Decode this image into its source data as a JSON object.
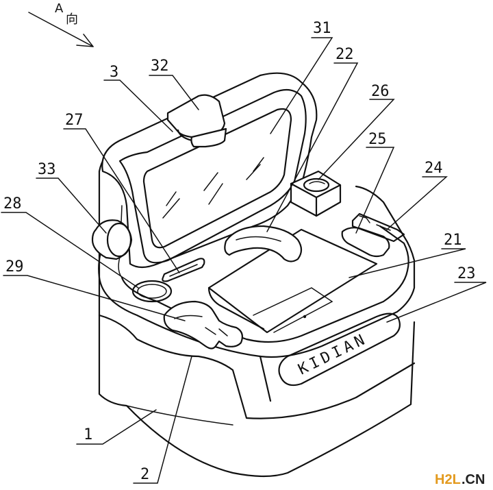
{
  "direction_label": {
    "letter": "A",
    "char": "向"
  },
  "product_text": "KIDIAN",
  "watermark": {
    "brand": "H2L",
    "domain": ".CN"
  },
  "callouts": [
    {
      "id": "31",
      "text": "31"
    },
    {
      "id": "22",
      "text": "22"
    },
    {
      "id": "32",
      "text": "32"
    },
    {
      "id": "3",
      "text": "3"
    },
    {
      "id": "26",
      "text": "26"
    },
    {
      "id": "27",
      "text": "27"
    },
    {
      "id": "25",
      "text": "25"
    },
    {
      "id": "24",
      "text": "24"
    },
    {
      "id": "33",
      "text": "33"
    },
    {
      "id": "28",
      "text": "28"
    },
    {
      "id": "21",
      "text": "21"
    },
    {
      "id": "29",
      "text": "29"
    },
    {
      "id": "23",
      "text": "23"
    },
    {
      "id": "1",
      "text": "1"
    },
    {
      "id": "2",
      "text": "2"
    }
  ]
}
